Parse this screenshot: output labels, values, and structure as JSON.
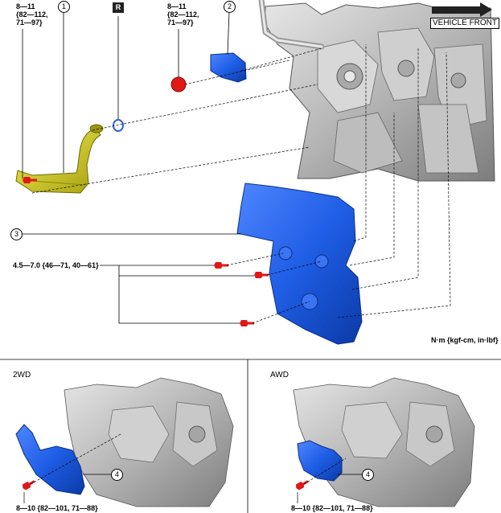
{
  "top": {
    "torque_left": "8—11\n{82—112,\n71—97}",
    "torque_mid": "8—11\n{82—112,\n71—97}",
    "torque_bolts": "4.5—7.0 {46—71, 40—61}",
    "unit_note": "N·m {kgf-cm, in·lbf}",
    "vehicle_front": "VEHICLE FRONT",
    "r_badge": "R",
    "callouts": [
      "1",
      "2",
      "3"
    ]
  },
  "panels": [
    {
      "title": "2WD",
      "callout": "4",
      "torque": "8—10 {82—101, 71—88}"
    },
    {
      "title": "AWD",
      "callout": "4",
      "torque": "8—10 {82—101, 71—88}"
    }
  ],
  "colors": {
    "part_blue": "#1f5ee6",
    "pipe_yellow": "#d8d21a",
    "bolt_red": "#e01818",
    "engine_gray": "#b9b9b9"
  }
}
